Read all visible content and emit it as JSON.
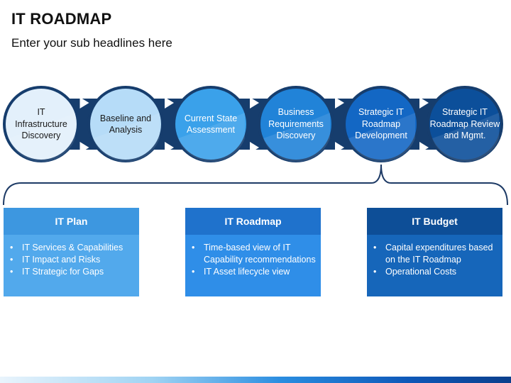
{
  "title": "IT ROADMAP",
  "subtitle": "Enter your sub headlines here",
  "steps": [
    {
      "label": "IT\nInfrastructure\nDiscovery",
      "fill": "#e3f0fb",
      "text_color": "#1a1a1a"
    },
    {
      "label": "Baseline and\nAnalysis",
      "fill": "#b6dcf8",
      "text_color": "#1a1a1a"
    },
    {
      "label": "Current State\nAssessment",
      "fill": "#3aa1ea",
      "text_color": "#ffffff"
    },
    {
      "label": "Business\nRequirements\nDiscovery",
      "fill": "#2183d8",
      "text_color": "#ffffff"
    },
    {
      "label": "Strategic IT\nRoadmap\nDevelopment",
      "fill": "#1367c4",
      "text_color": "#ffffff"
    },
    {
      "label": "Strategic IT\nRoadmap Review\nand Mgmt.",
      "fill": "#0c4f9a",
      "text_color": "#ffffff"
    }
  ],
  "colors": {
    "band": "#163d6d",
    "ring": "#163d6d",
    "connector": "#1e3b66",
    "arrow": "#ffffff"
  },
  "cards": [
    {
      "title": "IT Plan",
      "header_color": "#3d97e0",
      "body_color": "#52a9ec",
      "items": [
        "IT Services & Capabilities",
        "IT Impact and Risks",
        "IT Strategic for Gaps"
      ]
    },
    {
      "title": "IT Roadmap",
      "header_color": "#1f72cc",
      "body_color": "#2f8ee8",
      "items": [
        "Time-based view of IT Capability recommendations",
        "IT Asset lifecycle view"
      ]
    },
    {
      "title": "IT Budget",
      "header_color": "#0d4e97",
      "body_color": "#1666ba",
      "items": [
        "Capital expenditures based on the IT Roadmap",
        "Operational Costs"
      ]
    }
  ]
}
